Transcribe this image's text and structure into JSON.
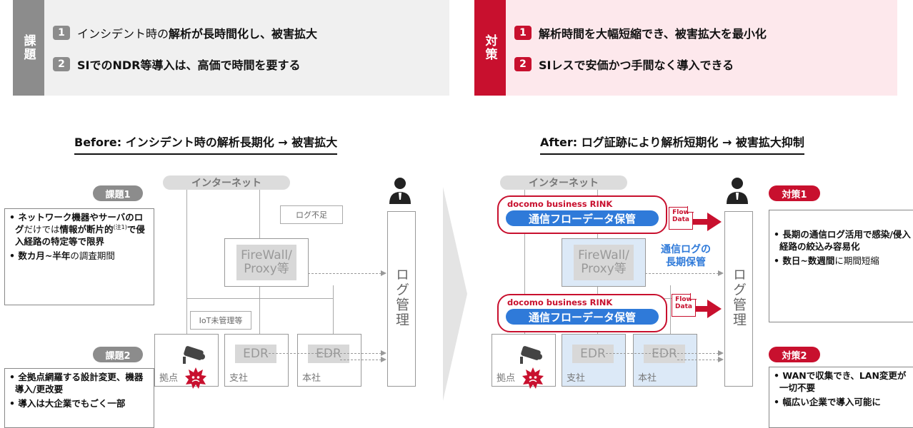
{
  "top": {
    "left": {
      "tag": "課題",
      "items": [
        {
          "num": "1",
          "pre": "インシデント時の",
          "bold": "解析が長時間化し、被害拡大"
        },
        {
          "num": "2",
          "pre": "",
          "bold": "SIでのNDR等導入は、高価で時間を要する"
        }
      ]
    },
    "right": {
      "tag": "対策",
      "items": [
        {
          "num": "1",
          "pre": "",
          "bold": "解析時間を大幅短縮でき、被害拡大を最小化"
        },
        {
          "num": "2",
          "pre": "",
          "bold": "SIレスで安価かつ手間なく導入できる"
        }
      ]
    }
  },
  "before": {
    "title": "Before: インシデント時の解析長期化 → 被害拡大",
    "internet": "インターネット",
    "log_shortage": "ログ不足",
    "firewall": "FireWall/\nProxy等",
    "iot": "IoT未管理等",
    "log_mgmt": "ログ管理",
    "edr": "EDR",
    "sites": {
      "base": "拠点",
      "branch": "支社",
      "hq": "本社"
    },
    "issue1": {
      "label": "課題1",
      "line1_a": "ネットワーク機器やサーバのログ",
      "line1_b": "だけでは",
      "line1_c": "情報が断片的",
      "note": "(注1)",
      "line1_d": "で侵入経路の特定等で限界",
      "line2_a": "数カ月~半年",
      "line2_b": "の調査期間"
    },
    "issue2": {
      "label": "課題2",
      "line1": "全拠点網羅する設計変更、機器導入/更改要",
      "line2": "導入は大企業でもごく一部"
    }
  },
  "after": {
    "title": "After: ログ証跡により解析短期化 → 被害拡大抑制",
    "internet": "インターネット",
    "rink_label": "docomo business RINK",
    "rink_service": "通信フローデータ保管",
    "flow_data": "Flow\nData",
    "long_term": "通信ログの\n長期保管",
    "firewall": "FireWall/\nProxy等",
    "log_mgmt": "ログ管理",
    "edr": "EDR",
    "sites": {
      "base": "拠点",
      "branch": "支社",
      "hq": "本社"
    },
    "measure1": {
      "label": "対策1",
      "line1": "長期の通信ログ活用で感染/侵入経路の絞込み容易化",
      "line2_a": "数日~数週間",
      "line2_b": "に期間短縮"
    },
    "measure2": {
      "label": "対策2",
      "line1": "WANで収集でき、LAN変更が一切不要",
      "line2": "幅広い企業で導入可能に"
    }
  },
  "colors": {
    "gray_tag": "#8c8c8c",
    "gray_panel": "#f0f0f0",
    "red": "#c8102e",
    "pink_panel": "#fde8ec",
    "blue": "#2f7ad9",
    "light_blue": "#dce9f7"
  }
}
